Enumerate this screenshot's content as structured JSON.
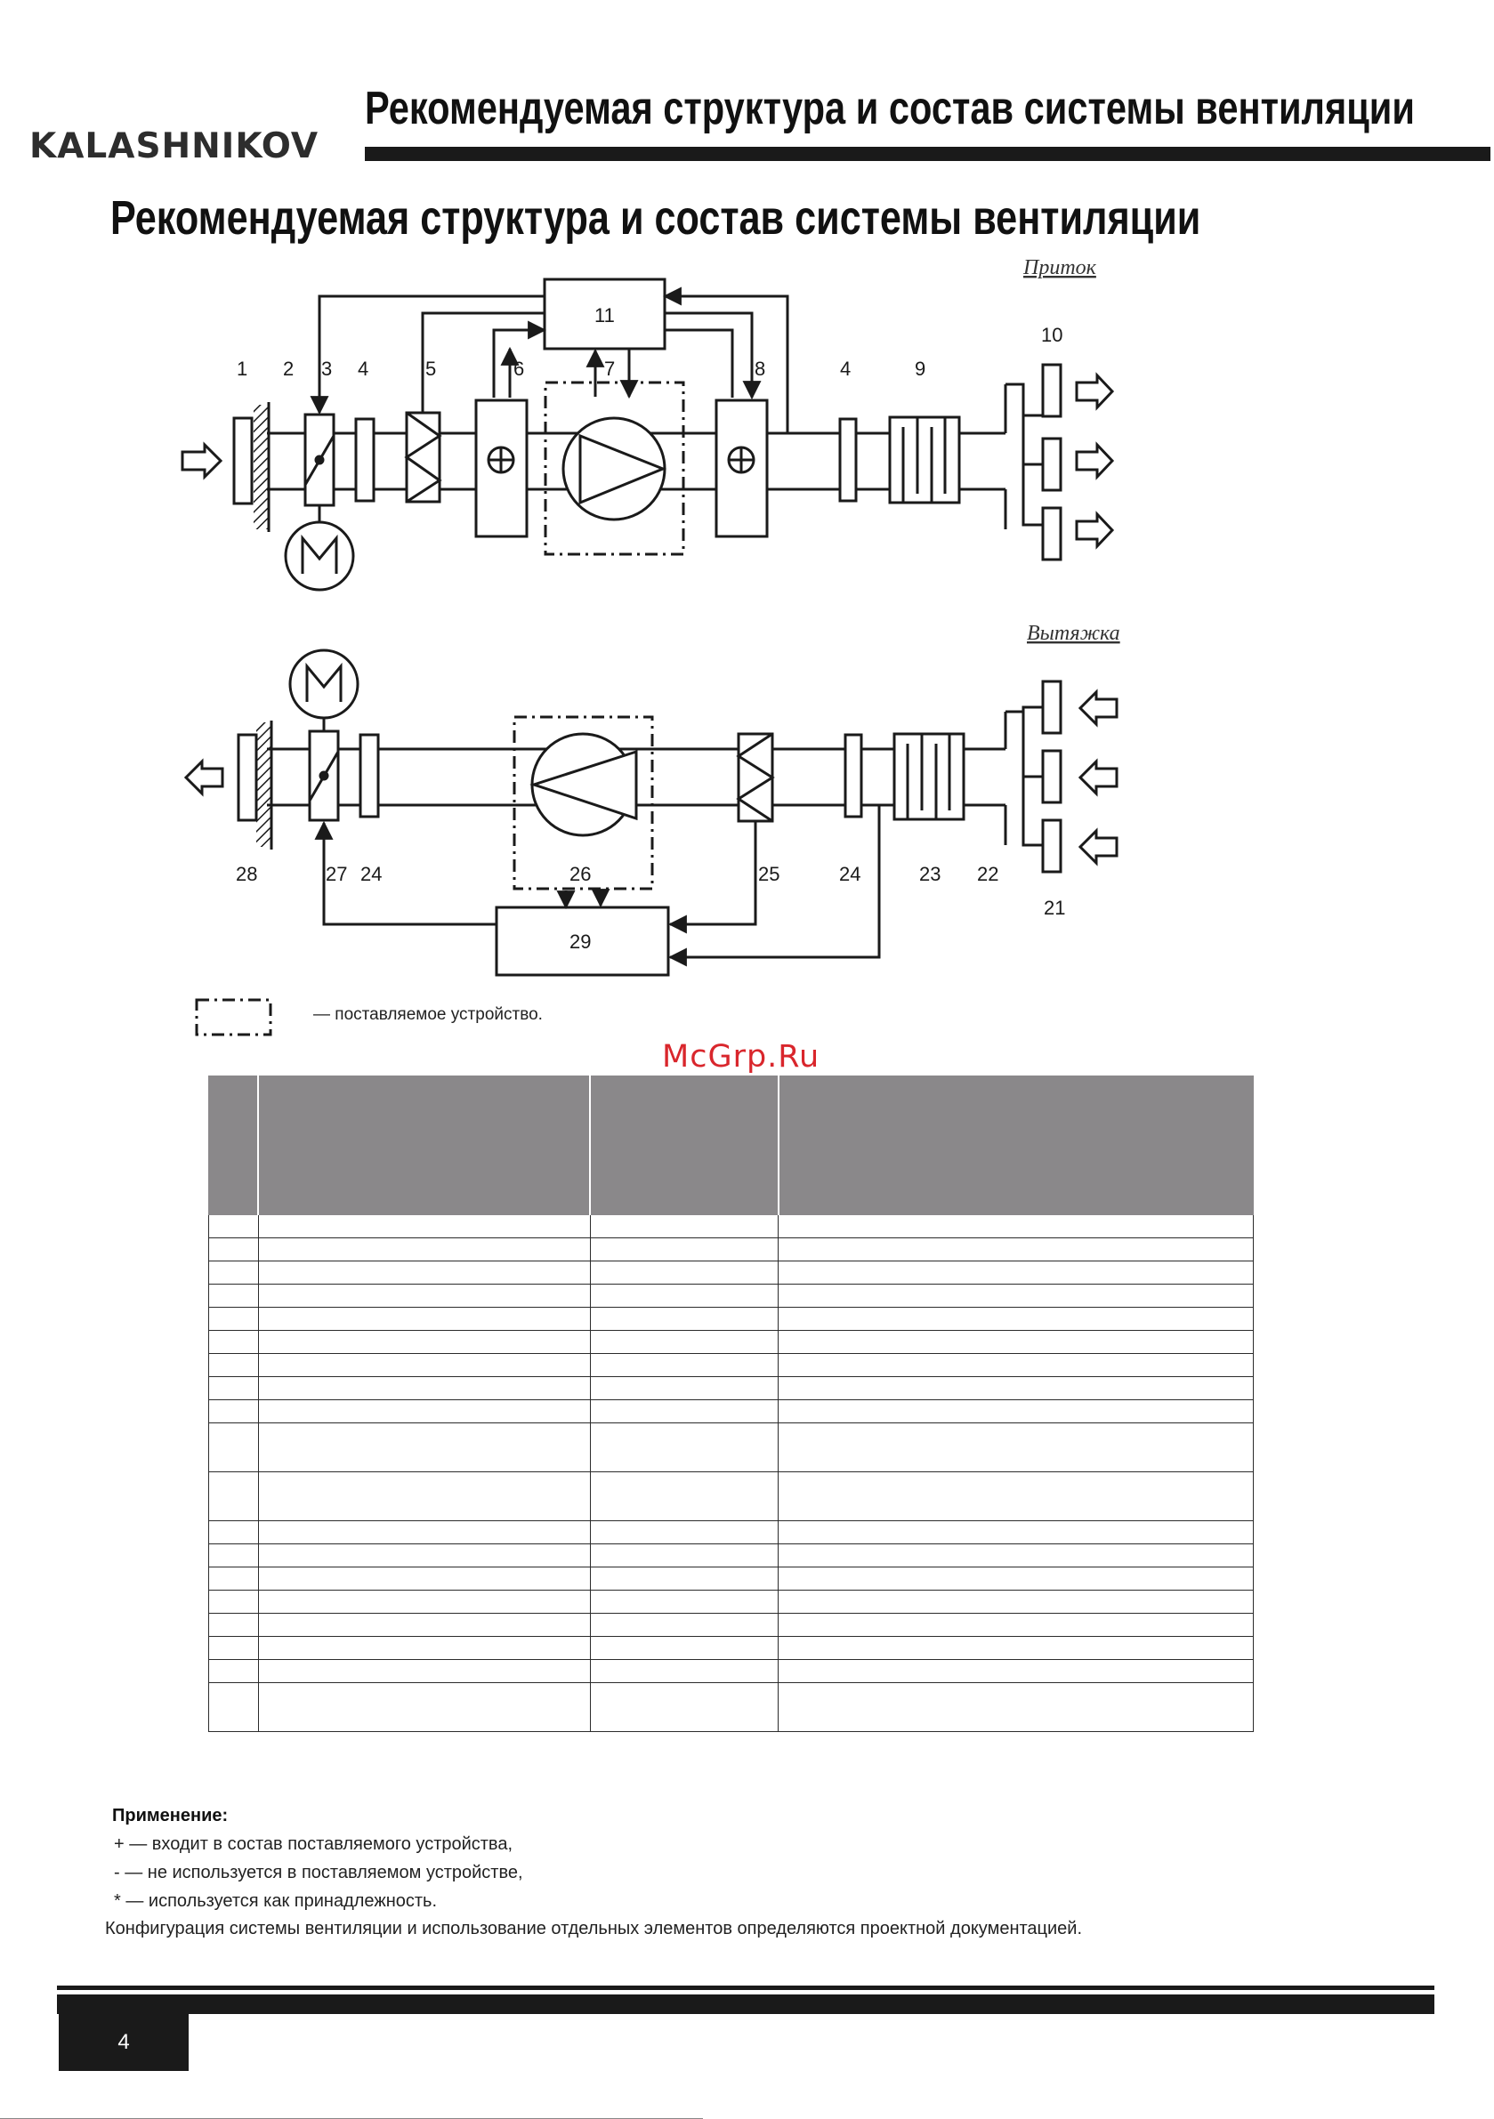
{
  "header": {
    "logo": "KALASHNIKOV",
    "title": "Рекомендуемая структура и состав системы вентиляции"
  },
  "page_title": "Рекомендуемая структура и состав системы вентиляции",
  "supply": {
    "caption": "Приток",
    "labels": [
      "1",
      "2",
      "3",
      "4",
      "5",
      "6",
      "7",
      "8",
      "4",
      "9",
      "10",
      "11"
    ]
  },
  "exhaust": {
    "caption": "Вытяжка",
    "labels": [
      "28",
      "27",
      "24",
      "26",
      "25",
      "24",
      "23",
      "22",
      "21",
      "29"
    ]
  },
  "legend": {
    "text": "— поставляемое устройство."
  },
  "watermark": "McGrp.Ru",
  "notes": {
    "title": "Применение:",
    "items": [
      "+ — входит в состав поставляемого устройства,",
      "- — не используется в поставляемом устройстве,",
      "* — используется как принадлежность."
    ],
    "footer_text": "Конфигурация системы вентиляции и использование отдельных элементов определяются проектной документацией."
  },
  "page": {
    "number": "4"
  },
  "colors": {
    "table_header": "#8a888a",
    "watermark": "#d9262c",
    "ink": "#1a1a1a"
  }
}
